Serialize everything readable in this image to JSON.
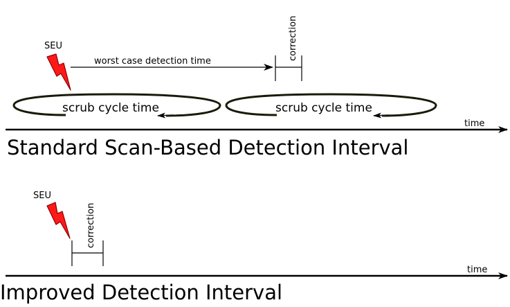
{
  "diagram": {
    "standard": {
      "title": "Standard Scan-Based Detection Interval",
      "seu_label": "SEU",
      "detection_label": "worst case detection time",
      "correction_label": "correction",
      "scrub_cycles": [
        "scrub cycle time",
        "scrub cycle time"
      ],
      "axis_label": "time"
    },
    "improved": {
      "title": "Improved Detection Interval",
      "seu_label": "SEU",
      "correction_label": "correction",
      "axis_label": "time"
    },
    "colors": {
      "lightning_fill": "#ff1a1a",
      "lightning_stroke": "#8b0000",
      "scrub_ellipse_stroke": "#1a1a0a",
      "line": "#000000"
    },
    "icons": {
      "seu": "lightning-bolt-icon"
    }
  }
}
